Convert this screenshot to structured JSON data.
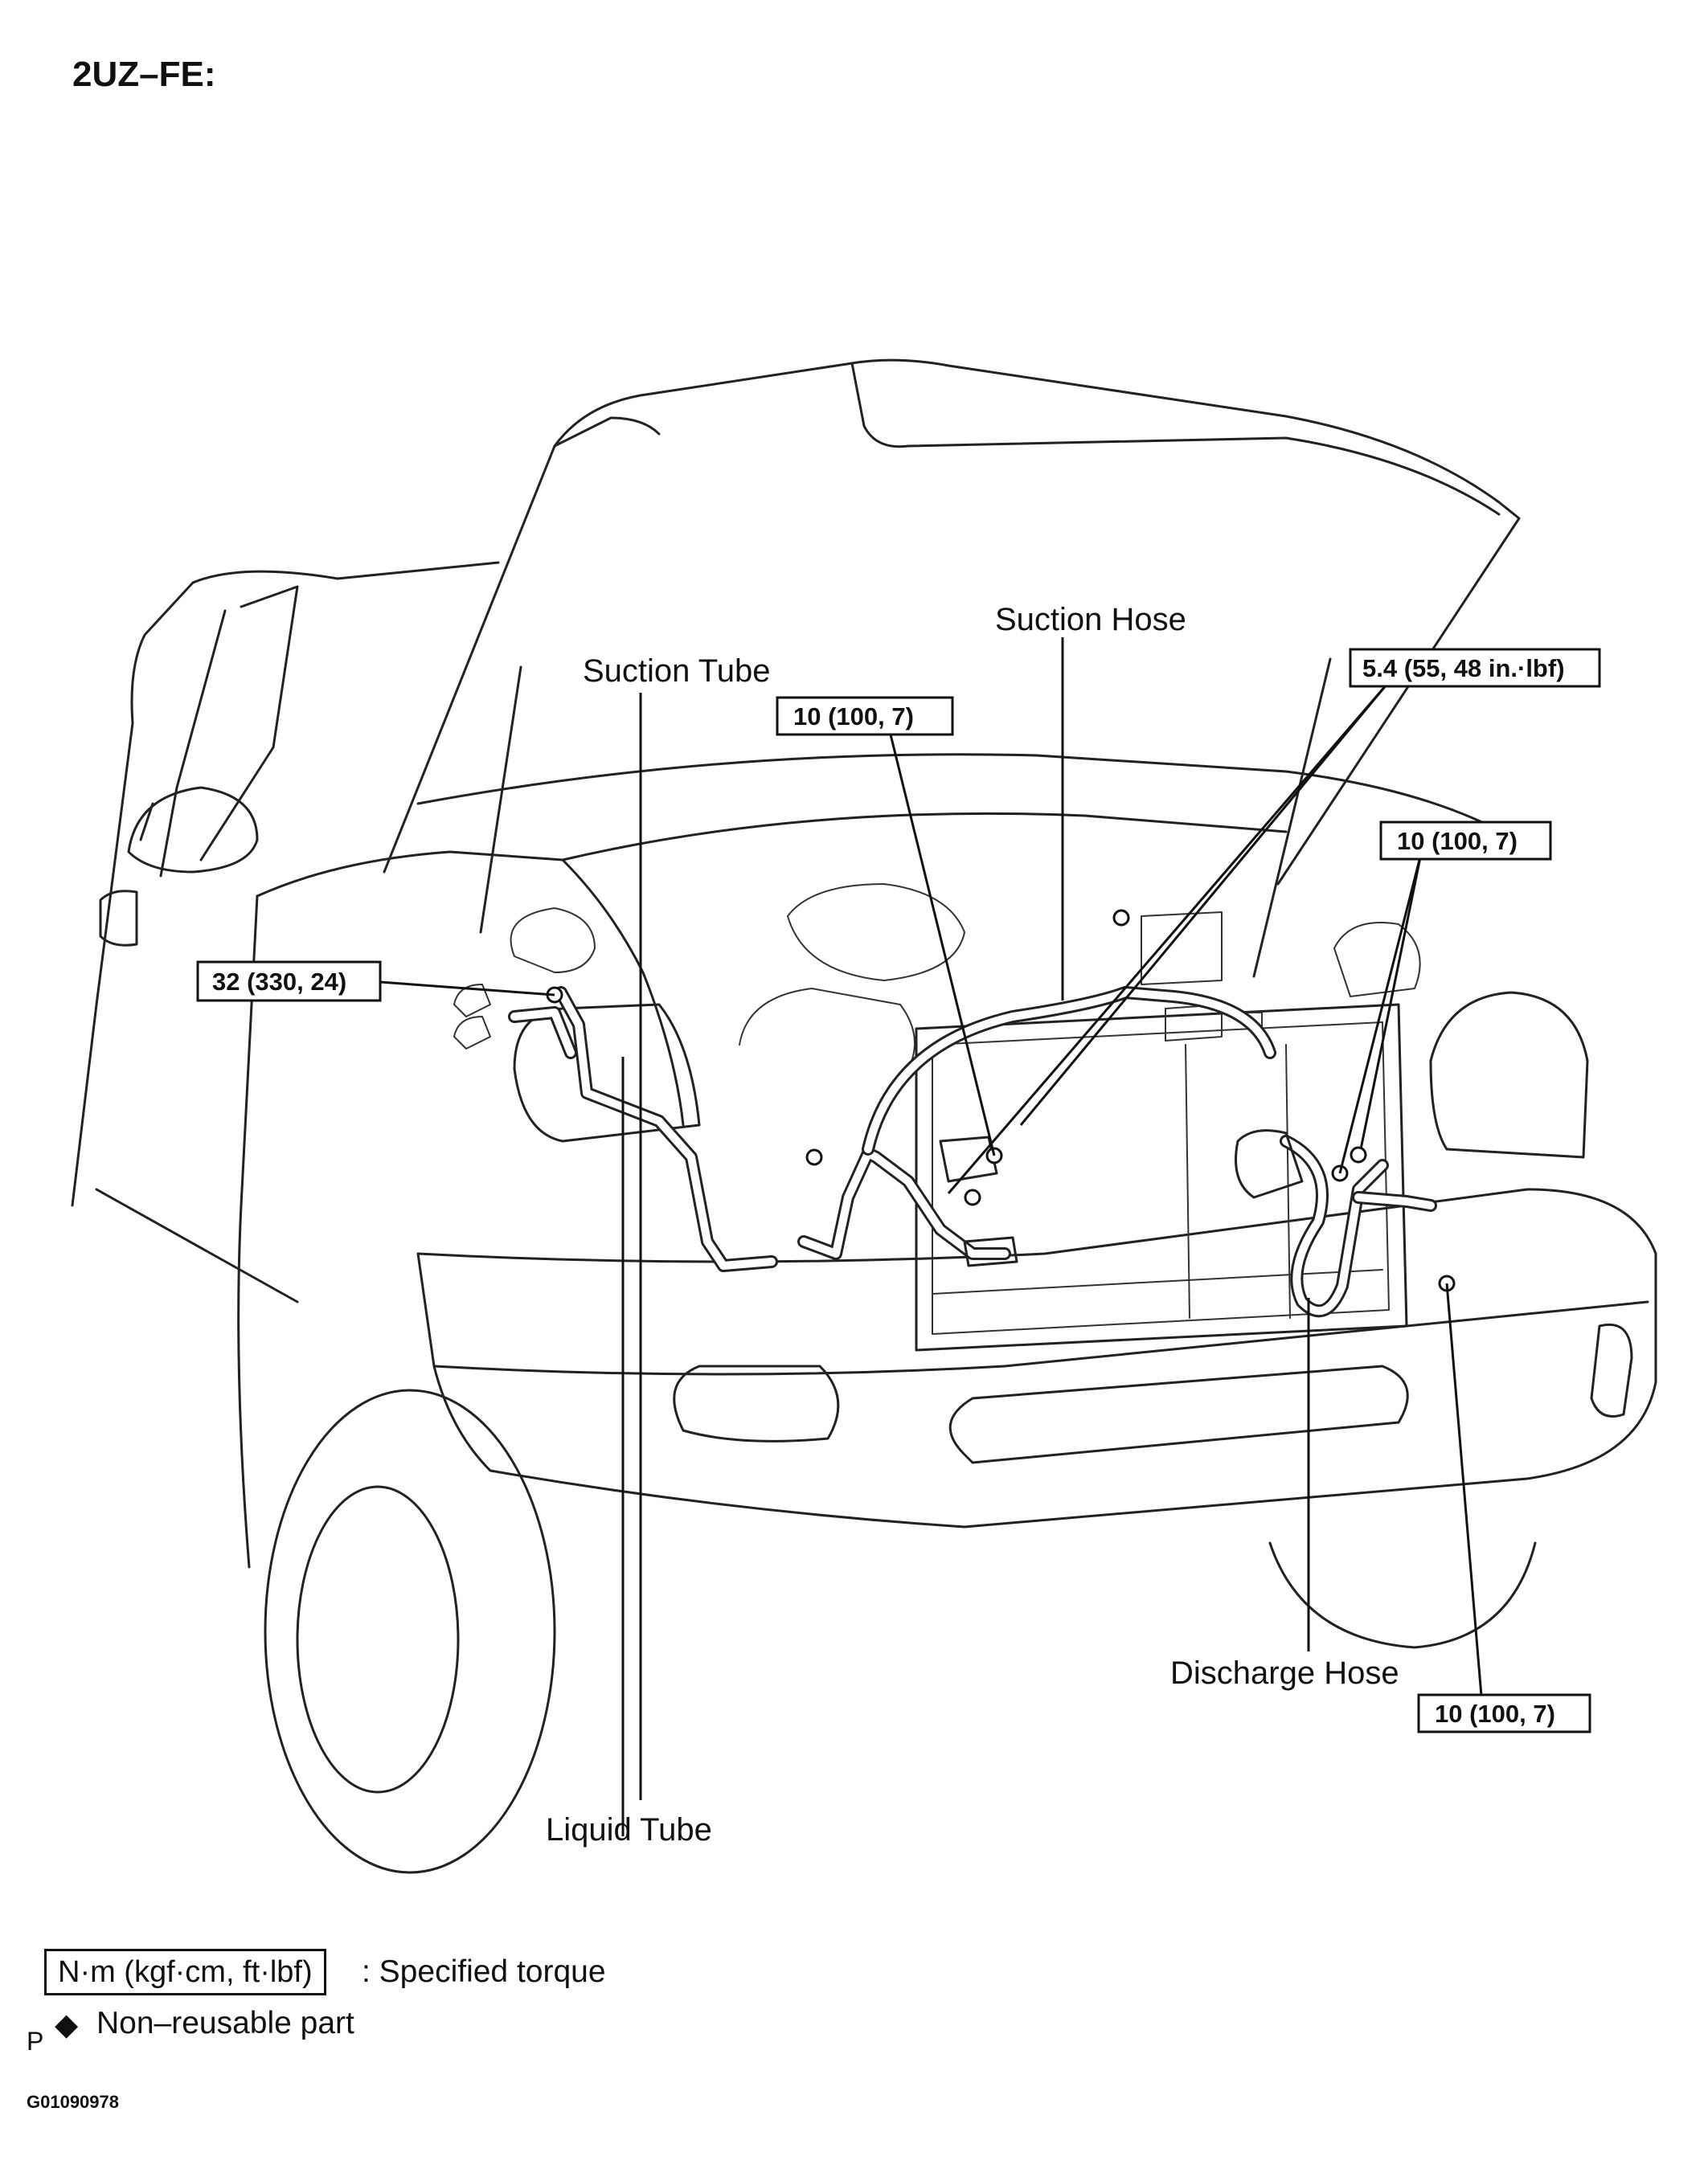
{
  "heading": "2UZ–FE:",
  "labels": {
    "suction_hose": "Suction Hose",
    "suction_tube": "Suction Tube",
    "liquid_tube": "Liquid Tube",
    "discharge_hose": "Discharge Hose"
  },
  "torque_callouts": {
    "fender_bolt": "32 (330, 24)",
    "bracket_bolt": "10 (100, 7)",
    "suction_hose_nuts": "5.4 (55, 48 in.·lbf)",
    "compressor_bolt": "10 (100, 7)",
    "lower_bolt": "10 (100, 7)"
  },
  "legend": {
    "torque_unit": "N·m (kgf·cm, ft·lbf)",
    "torque_text": ": Specified torque",
    "nonreusable_symbol": "◆",
    "nonreusable_text": "Non–reusable part"
  },
  "footer": {
    "corner_letter": "P",
    "figure_code": "G01090978"
  }
}
